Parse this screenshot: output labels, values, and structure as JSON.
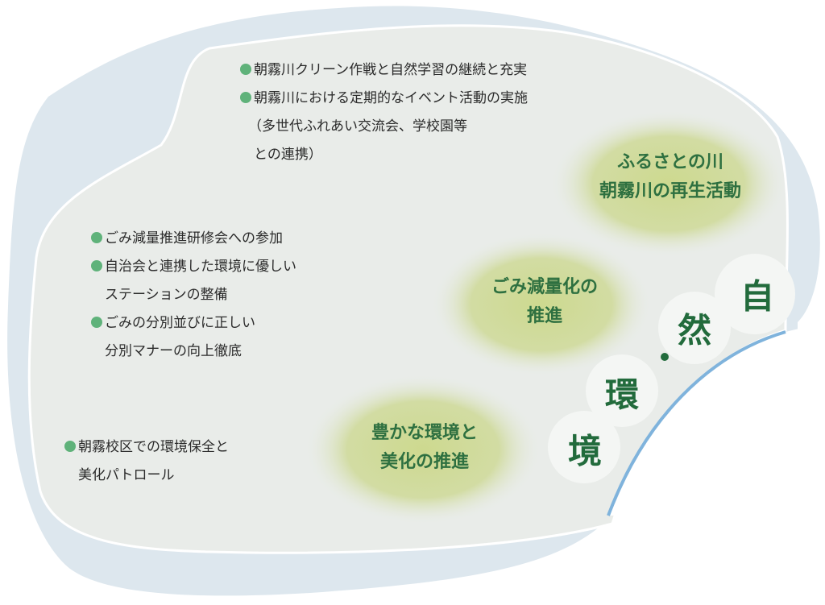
{
  "colors": {
    "accent_green": "#2e7040",
    "bullet_green": "#5fb27a",
    "river_blue": "#7fb3dc"
  },
  "river_block": {
    "items": [
      "朝霧川クリーン作戦と自然学習の継続と充実",
      "朝霧川における定期的なイベント活動の実施",
      "（多世代ふれあい交流会、学校園等",
      "との連携）"
    ]
  },
  "waste_block": {
    "items": [
      "ごみ減量推進研修会への参加",
      "自治会と連携した環境に優しい",
      "ステーションの整備",
      "ごみの分別並びに正しい",
      "分別マナーの向上徹底"
    ]
  },
  "beauty_block": {
    "items": [
      "朝霧校区での環境保全と",
      "美化パトロール"
    ]
  },
  "themes": [
    {
      "line1": "ふるさとの川",
      "line2": "朝霧川の再生活動"
    },
    {
      "line1": "ごみ減量化の",
      "line2": "推進"
    },
    {
      "line1": "豊かな環境と",
      "line2": "美化の推進"
    }
  ],
  "title_chars": [
    "自",
    "然",
    "環",
    "境"
  ]
}
